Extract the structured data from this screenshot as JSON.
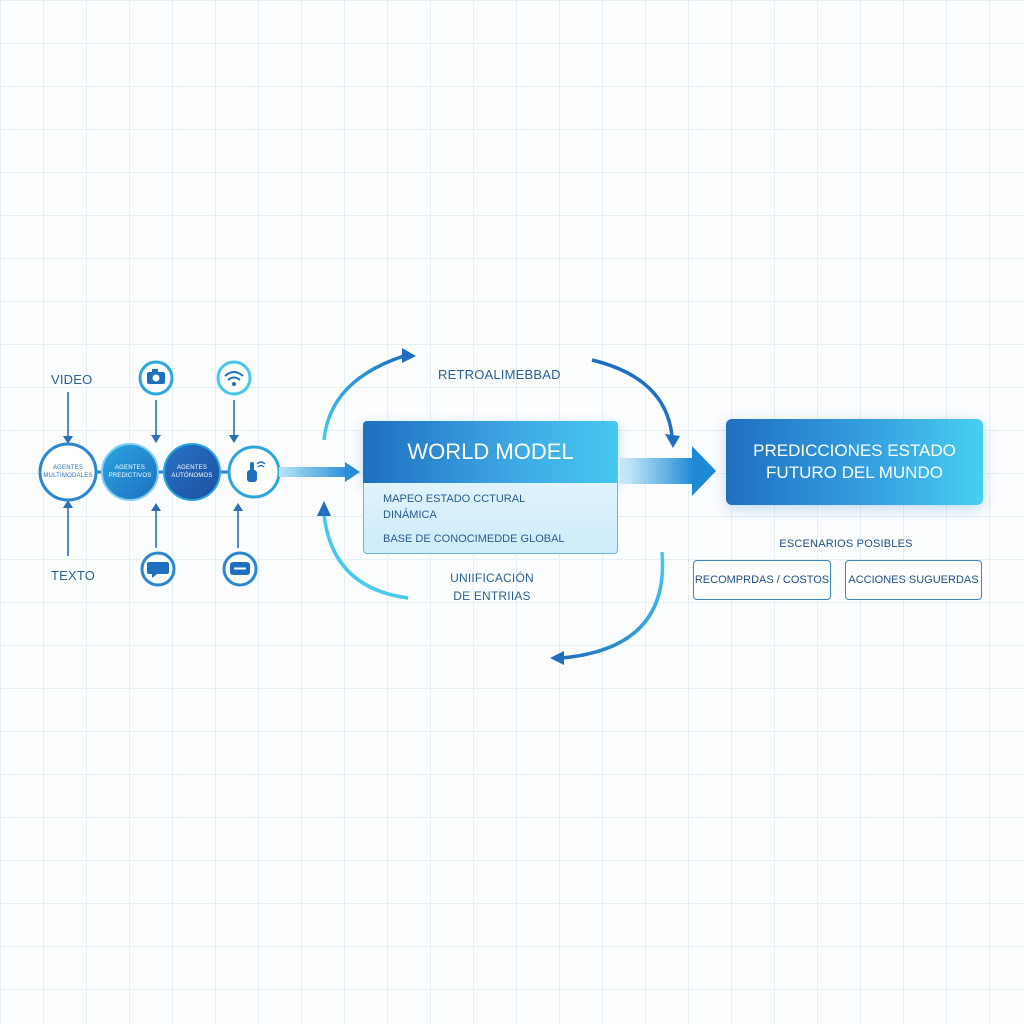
{
  "inputs": {
    "top_label": "VIDEO",
    "bottom_label": "TEXTO",
    "nodes": [
      {
        "line1": "AGENTES",
        "line2": "MULTIMODALES"
      },
      {
        "line1": "AGENTES",
        "line2": "PREDICTIVOS"
      },
      {
        "line1": "AGENTES",
        "line2": "AUTÓNOMOS"
      }
    ]
  },
  "feedback_label": "RETROALIMEBBAD",
  "unification_label": {
    "line1": "UNIIFICACIÓN",
    "line2": "DE ENTRIIAS"
  },
  "world_model": {
    "title": "WORLD MODEL",
    "line1": "MAPEO ESTADO CCTURAL",
    "line2": "DINÁMICA",
    "line3": "BASE DE CONOCIMEDDE GLOBAL"
  },
  "prediction": {
    "line1": "PREDICCIONES ESTADO",
    "line2": "FUTURO DEL MUNDO"
  },
  "scenarios": {
    "title": "ESCENARIOS POSIBLES",
    "option1": "RECOMPRDAS / COSTOS",
    "option2": "ACCIONES SUGUERDAS"
  },
  "colors": {
    "dark_blue": "#1e6fc0",
    "cyan": "#46c8ef",
    "grid": "#e4f0f6",
    "text": "#2a5f93"
  },
  "icons": {
    "top": [
      "camera-icon",
      "wifi-icon"
    ],
    "bottom": [
      "chat-bubble-icon",
      "message-icon"
    ],
    "chain_end": "sensor-hand-icon"
  }
}
